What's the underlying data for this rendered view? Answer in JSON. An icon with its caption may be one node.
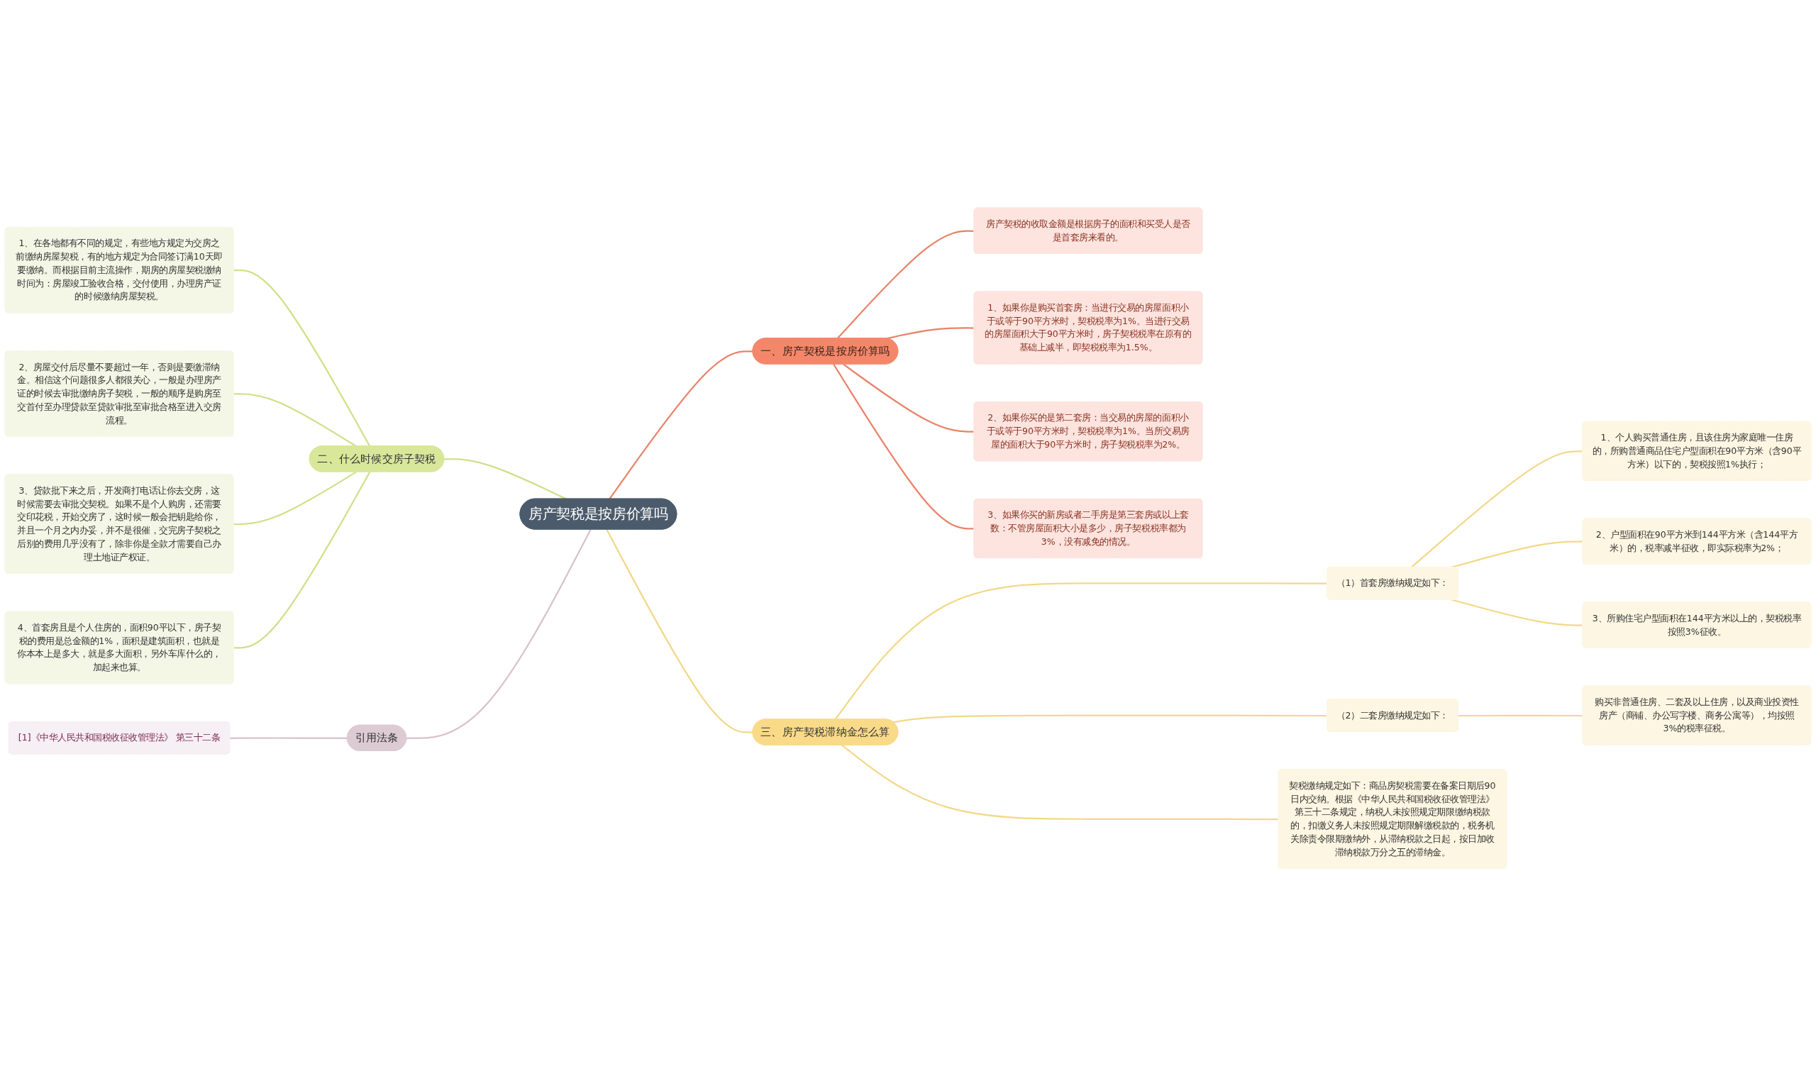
{
  "diagram": {
    "nodes": [
      {
        "text": [
          "房产契税是按房价算吗"
        ]
      },
      {
        "text": [
          "一、房产契税是按房价算吗"
        ]
      },
      {
        "text": [
          "房产契税的收取金额是根据房子的面积和买受人是否是首套房来看的。"
        ]
      },
      {
        "text": [
          "1、如果你是购买首套房：当进行交易的房屋面积小于或等于90平方米时，契税税率为1%。当进行交易的房屋面积大于90平方米时，房子契税税率在原有的基础上减半，即契税税率为1.5%。"
        ]
      },
      {
        "text": [
          "2、如果你买的是第二套房：当交易的房屋的面积小于或等于90平方米时，契税税率为1%。当所交易房屋的面积大于90平方米时，房子契税税率为2%。"
        ]
      },
      {
        "text": [
          "3、如果你买的新房或者二手房是第三套房或以上套数：不管房屋面积大小是多少，房子契税税率都为3%，没有减免的情况。"
        ]
      },
      {
        "text": [
          "二、什么时候交房子契税"
        ]
      },
      {
        "text": [
          "1、在各地都有不同的规定，有些地方规定为交房之前缴纳房屋契税，有的地方规定为合同签订满10天即要缴纳。而根据目前主流操作，期房的房屋契税缴纳时间为：房屋竣工验收合格，交付使用，办理房产证的时候缴纳房屋契税。"
        ]
      },
      {
        "text": [
          "2、房屋交付后尽量不要超过一年，否则是要缴滞纳金。相信这个问题很多人都很关心，一般是办理房产证的时候去审批缴纳房子契税，一般的顺序是购房至交首付至办理贷款至贷款审批至审批合格至进入交房流程。"
        ]
      },
      {
        "text": [
          "3、贷款批下来之后，开发商打电话让你去交房，这时候需要去审批交契税。如果不是个人购房，还需要交印花税，开始交房了，这时候一般会把钥匙给你，并且一个月之内办妥，并不是很催，交完房子契税之后别的费用几乎没有了，除非你是全款才需要自己办理土地证产权证。"
        ]
      },
      {
        "text": [
          "4、首套房且是个人住房的，面积90平以下，房子契税的费用是总金额的1%，面积是建筑面积，也就是你本本上是多大，就是多大面积，另外车库什么的，加起来也算。"
        ]
      },
      {
        "text": [
          "三、房产契税滞纳金怎么算"
        ]
      },
      {
        "text": [
          "（1）首套房缴纳规定如下："
        ]
      },
      {
        "text": [
          "1、个人购买普通住房，且该住房为家庭唯一住房的，所购普通商品住宅户型面积在90平方米（含90平方米）以下的，契税按照1%执行；"
        ]
      },
      {
        "text": [
          "2、户型面积在90平方米到144平方米（含144平方米）的，税率减半征收，即实际税率为2%；"
        ]
      },
      {
        "text": [
          "3、所购住宅户型面积在144平方米以上的，契税税率按照3%征收。"
        ]
      },
      {
        "text": [
          "（2）二套房缴纳规定如下："
        ]
      },
      {
        "text": [
          "购买非普通住房、二套及以上住房，以及商业投资性房产（商铺、办公写字楼、商务公寓等），均按照3%的税率征税。"
        ]
      },
      {
        "text": [
          "契税缴纳规定如下：商品房契税需要在备案日期后90日内交纳。根据《中华人民共和国税收征收管理法》第三十二条规定，纳税人未按照规定期限缴纳税款的，扣缴义务人未按照规定期限解缴税款的，税务机关除责令限期缴纳外，从滞纳税款之日起，按日加收滞纳税款万分之五的滞纳金。"
        ]
      },
      {
        "text": [
          "引用法条"
        ]
      },
      {
        "text": [
          "[1]《中华人民共和国税收征收管理法》 第三十二条"
        ]
      }
    ],
    "edges": [
      {
        "from": 0,
        "to": 1,
        "arrow": "none",
        "color": "#e9826a"
      },
      {
        "from": 1,
        "to": 2,
        "arrow": "none",
        "color": "#e9826a"
      },
      {
        "from": 1,
        "to": 3,
        "arrow": "none",
        "color": "#e9826a"
      },
      {
        "from": 1,
        "to": 4,
        "arrow": "none",
        "color": "#e9826a"
      },
      {
        "from": 1,
        "to": 5,
        "arrow": "none",
        "color": "#e9826a"
      },
      {
        "from": 6,
        "to": 0,
        "arrow": "none",
        "color": "#cfe08a"
      },
      {
        "from": 7,
        "to": 6,
        "arrow": "none",
        "color": "#cfe08a"
      },
      {
        "from": 8,
        "to": 6,
        "arrow": "none",
        "color": "#cfe08a"
      },
      {
        "from": 9,
        "to": 6,
        "arrow": "none",
        "color": "#cfe08a"
      },
      {
        "from": 10,
        "to": 6,
        "arrow": "none",
        "color": "#cfe08a"
      },
      {
        "from": 0,
        "to": 11,
        "arrow": "none"
      },
      {
        "from": 11,
        "to": 12,
        "arrow": "none"
      },
      {
        "from": 12,
        "to": 13,
        "arrow": "none"
      },
      {
        "from": 12,
        "to": 14,
        "arrow": "none"
      },
      {
        "from": 12,
        "to": 15,
        "arrow": "none"
      },
      {
        "from": 11,
        "to": 16,
        "arrow": "none"
      },
      {
        "from": 16,
        "to": 17,
        "arrow": "none"
      },
      {
        "from": 11,
        "to": 18,
        "arrow": "none"
      },
      {
        "from": 19,
        "to": 0,
        "arrow": "none",
        "color": "#d8c0cc"
      },
      {
        "from": 20,
        "to": 19,
        "arrow": "none",
        "color": "#d8c0cc"
      }
    ]
  }
}
